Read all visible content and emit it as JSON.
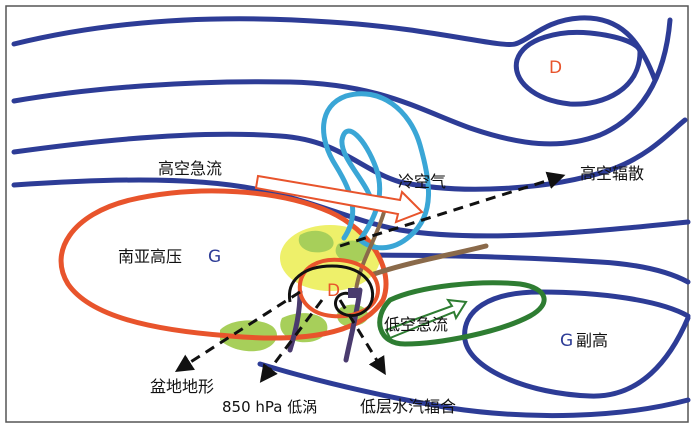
{
  "labels": {
    "upper_jet": "高空急流",
    "cold_air": "冷空气",
    "upper_divergence": "高空辐散",
    "south_asia_high": "南亚高压",
    "south_asia_high_letter": "G",
    "low_center": "D",
    "low_level_jet": "低空急流",
    "subtropical_high_letter": "G",
    "subtropical_high": "副高",
    "basin_terrain": "盆地地形",
    "vortex_850": "850 hPa 低涡",
    "moisture_convergence": "低层水汽辐合",
    "north_low": "D"
  },
  "colors": {
    "contour": "#2d3c96",
    "south_asia_high": "#e8542c",
    "cold_air": "#3aa6d6",
    "low_center_text": "#e8542c",
    "subtropical_letter": "#2d3c96",
    "low_jet": "#2e7d32",
    "upper_jet": "#e8542c",
    "yellow_area": "#eef06a",
    "green_area": "#a7cf5a",
    "brown_trough": "#8a6a4a",
    "purple_trough": "#4a3b6e"
  }
}
